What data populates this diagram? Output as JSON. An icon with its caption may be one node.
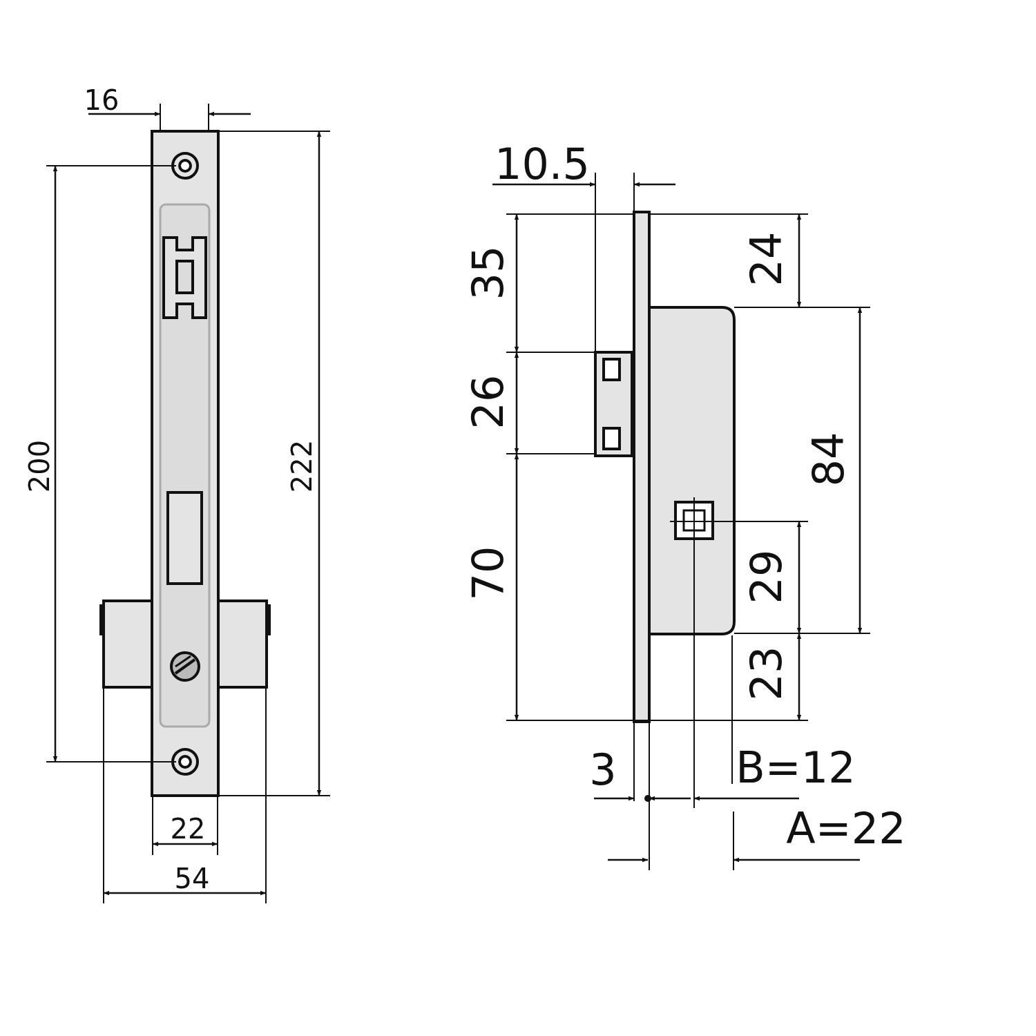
{
  "diagram": {
    "labels": [
      "16",
      "200",
      "222",
      "22",
      "54",
      "10.5",
      "35",
      "24",
      "26",
      "84",
      "70",
      "29",
      "23",
      "3",
      "B=12",
      "A=22"
    ]
  }
}
